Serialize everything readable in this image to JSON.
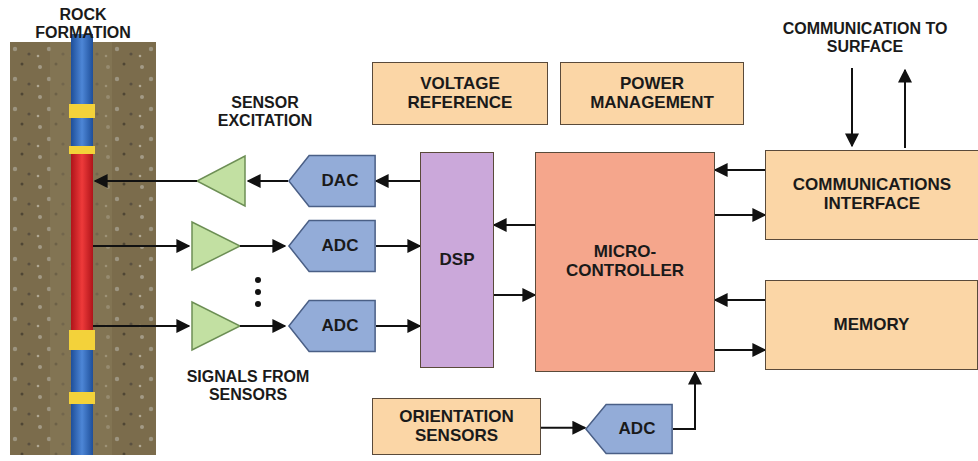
{
  "diagram": {
    "nodes": [
      {
        "text": [
          "VOLTAGE REFERENCE"
        ]
      },
      {
        "text": [
          "POWER MANAGEMENT"
        ]
      },
      {
        "text": [
          "DAC"
        ]
      },
      {
        "text": [
          "ADC"
        ]
      },
      {
        "text": [
          "ADC"
        ]
      },
      {
        "text": [
          "DSP"
        ]
      },
      {
        "text": [
          "MICRO-CONTROLLER"
        ]
      },
      {
        "text": [
          "COMMUNICATIONS INTERFACE"
        ]
      },
      {
        "text": [
          "MEMORY"
        ]
      },
      {
        "text": [
          "ORIENTATION SENSORS"
        ]
      },
      {
        "text": [
          "ADC"
        ]
      }
    ],
    "edges": [
      {
        "from": 5,
        "to": 2,
        "arrow": "to"
      },
      {
        "from": 3,
        "to": 5,
        "arrow": "to"
      },
      {
        "from": 4,
        "to": 5,
        "arrow": "to"
      },
      {
        "from": 6,
        "to": 5,
        "arrow": "to"
      },
      {
        "from": 5,
        "to": 6,
        "arrow": "to"
      },
      {
        "from": 7,
        "to": 6,
        "arrow": "to"
      },
      {
        "from": 6,
        "to": 7,
        "arrow": "to"
      },
      {
        "from": 8,
        "to": 6,
        "arrow": "to"
      },
      {
        "from": 6,
        "to": 8,
        "arrow": "to"
      },
      {
        "from": 9,
        "to": 10,
        "arrow": "to"
      },
      {
        "from": 10,
        "to": 6,
        "arrow": "to"
      }
    ],
    "labels": [
      "ROCK FORMATION",
      "SENSOR EXCITATION",
      "SIGNALS FROM SENSORS",
      "COMMUNICATION TO SURFACE"
    ]
  }
}
